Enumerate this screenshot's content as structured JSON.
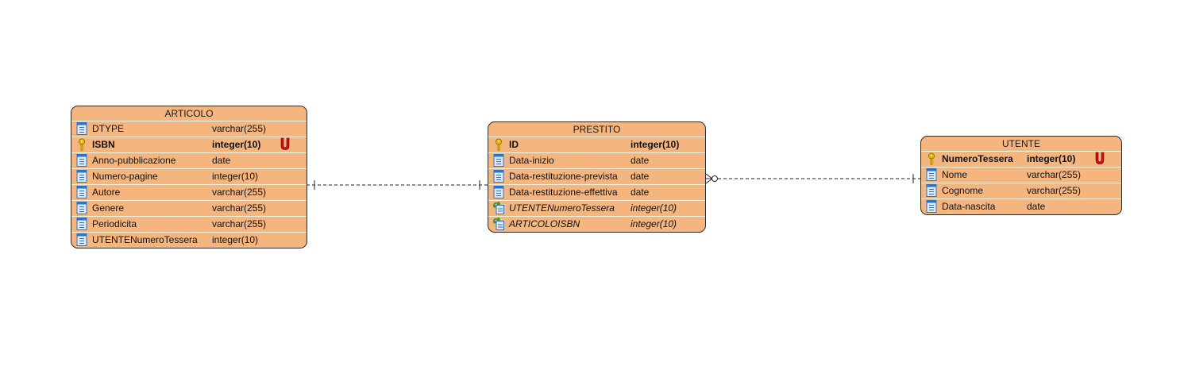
{
  "entities": [
    {
      "id": "articolo",
      "name": "ARTICOLO",
      "columns": [
        {
          "name": "DTYPE",
          "type": "varchar(255)",
          "kind": "column"
        },
        {
          "name": "ISBN",
          "type": "integer(10)",
          "kind": "pk",
          "unique": true
        },
        {
          "name": "Anno-pubblicazione",
          "type": "date",
          "kind": "column"
        },
        {
          "name": "Numero-pagine",
          "type": "integer(10)",
          "kind": "column"
        },
        {
          "name": "Autore",
          "type": "varchar(255)",
          "kind": "column"
        },
        {
          "name": "Genere",
          "type": "varchar(255)",
          "kind": "column"
        },
        {
          "name": "Periodicita",
          "type": "varchar(255)",
          "kind": "column"
        },
        {
          "name": "UTENTENumeroTessera",
          "type": "integer(10)",
          "kind": "column"
        }
      ]
    },
    {
      "id": "prestito",
      "name": "PRESTITO",
      "columns": [
        {
          "name": "ID",
          "type": "integer(10)",
          "kind": "pk"
        },
        {
          "name": "Data-inizio",
          "type": "date",
          "kind": "column"
        },
        {
          "name": "Data-restituzione-prevista",
          "type": "date",
          "kind": "column"
        },
        {
          "name": "Data-restituzione-effettiva",
          "type": "date",
          "kind": "column"
        },
        {
          "name": "UTENTENumeroTessera",
          "type": "integer(10)",
          "kind": "fk"
        },
        {
          "name": "ARTICOLOISBN",
          "type": "integer(10)",
          "kind": "fk"
        }
      ]
    },
    {
      "id": "utente",
      "name": "UTENTE",
      "columns": [
        {
          "name": "NumeroTessera",
          "type": "integer(10)",
          "kind": "pk",
          "unique": true
        },
        {
          "name": "Nome",
          "type": "varchar(255)",
          "kind": "column"
        },
        {
          "name": "Cognome",
          "type": "varchar(255)",
          "kind": "column"
        },
        {
          "name": "Data-nascita",
          "type": "date",
          "kind": "column"
        }
      ]
    }
  ],
  "relationships": [
    {
      "from": "articolo",
      "to": "prestito",
      "from_end": "one",
      "to_end": "one",
      "style": "dashed"
    },
    {
      "from": "prestito",
      "to": "utente",
      "from_end": "zero-or-many",
      "to_end": "one",
      "style": "dashed"
    }
  ],
  "colors": {
    "entity_fill": "#f4b57e",
    "entity_border": "#2b2b2b",
    "row_divider": "#fff3dd",
    "unique_marker": "#cc1111",
    "key_icon": "#e8b800",
    "column_icon": "#2f73c9",
    "fk_icon": "#2e9a3c"
  },
  "icons": {
    "pk": "key-icon",
    "column": "column-icon",
    "fk": "foreign-key-icon",
    "unique": "unique-constraint-icon"
  }
}
